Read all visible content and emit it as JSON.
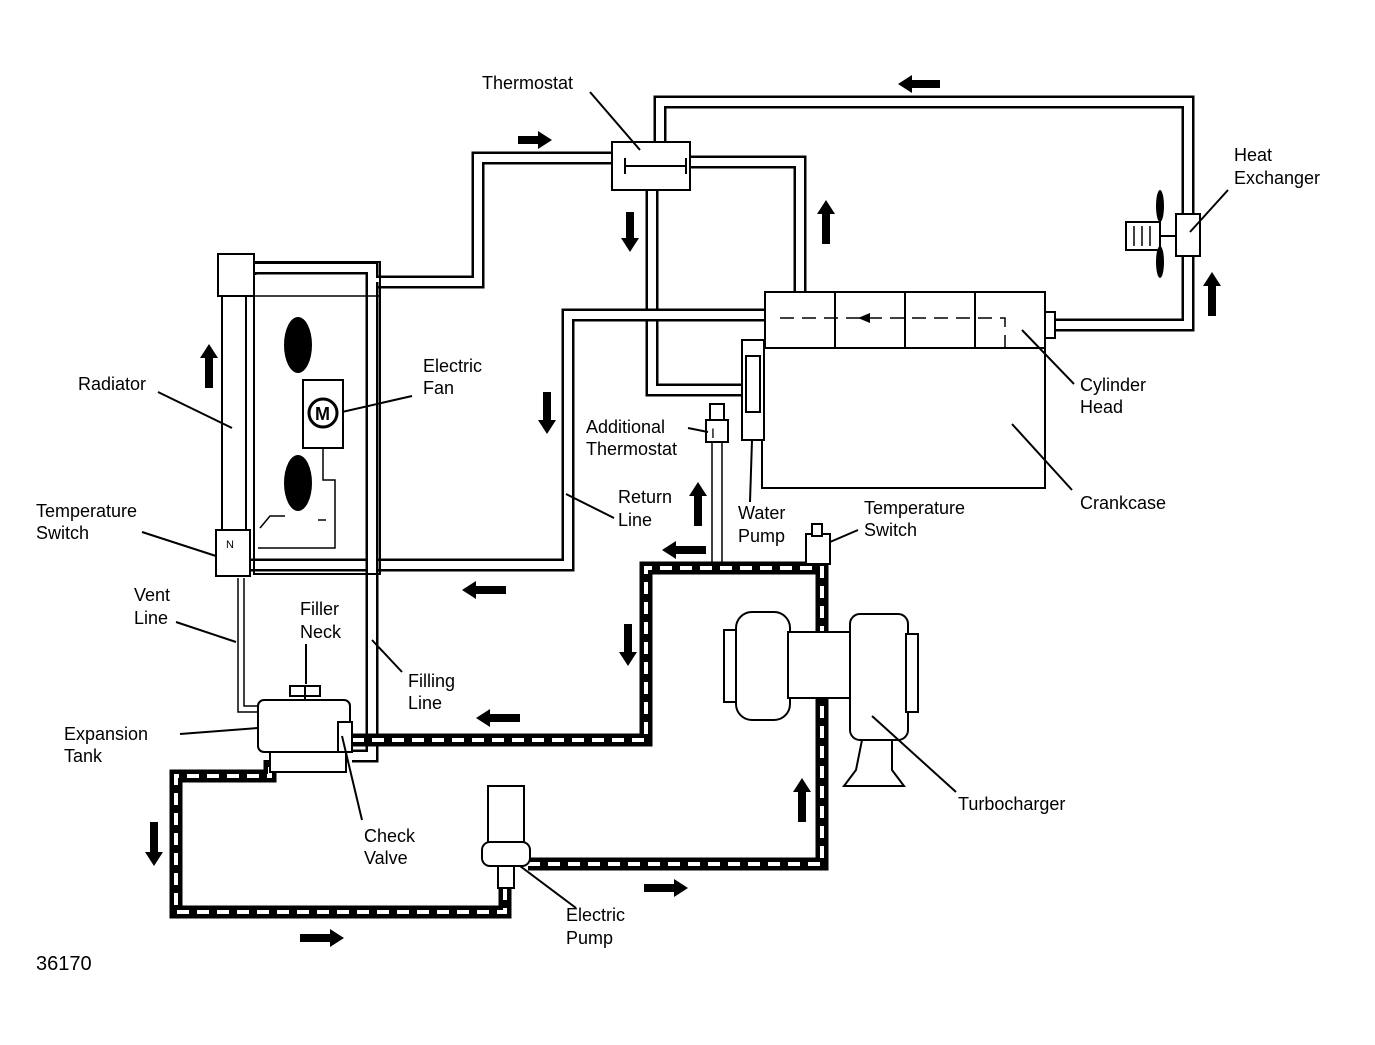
{
  "labels": {
    "thermostat": "Thermostat",
    "heat_exchanger": [
      "Heat",
      "Exchanger"
    ],
    "radiator": "Radiator",
    "electric_fan": [
      "Electric",
      "Fan"
    ],
    "cylinder_head": [
      "Cylinder",
      "Head"
    ],
    "crankcase": "Crankcase",
    "additional_thermostat": [
      "Additional",
      "Thermostat"
    ],
    "return_line": [
      "Return",
      "Line"
    ],
    "water_pump": [
      "Water",
      "Pump"
    ],
    "temperature_switch_left": [
      "Temperature",
      "Switch"
    ],
    "temperature_switch_right": [
      "Temperature",
      "Switch"
    ],
    "vent_line": [
      "Vent",
      "Line"
    ],
    "filler_neck": [
      "Filler",
      "Neck"
    ],
    "filling_line": [
      "Filling",
      "Line"
    ],
    "expansion_tank": [
      "Expansion",
      "Tank"
    ],
    "check_valve": [
      "Check",
      "Valve"
    ],
    "turbocharger": "Turbocharger",
    "electric_pump": [
      "Electric",
      "Pump"
    ],
    "motor_symbol": "M",
    "figure_number": "36170"
  }
}
